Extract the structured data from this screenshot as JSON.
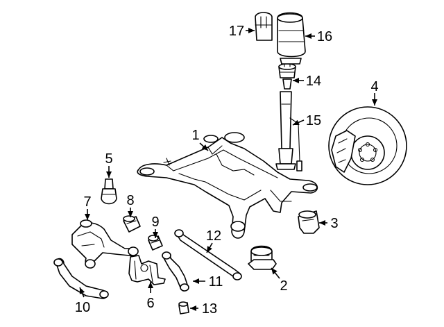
{
  "diagram": {
    "callouts": [
      "1",
      "2",
      "3",
      "4",
      "5",
      "6",
      "7",
      "8",
      "9",
      "10",
      "11",
      "12",
      "13",
      "14",
      "15",
      "16",
      "17"
    ],
    "colors": {
      "line": "#000000",
      "background": "#ffffff"
    }
  }
}
